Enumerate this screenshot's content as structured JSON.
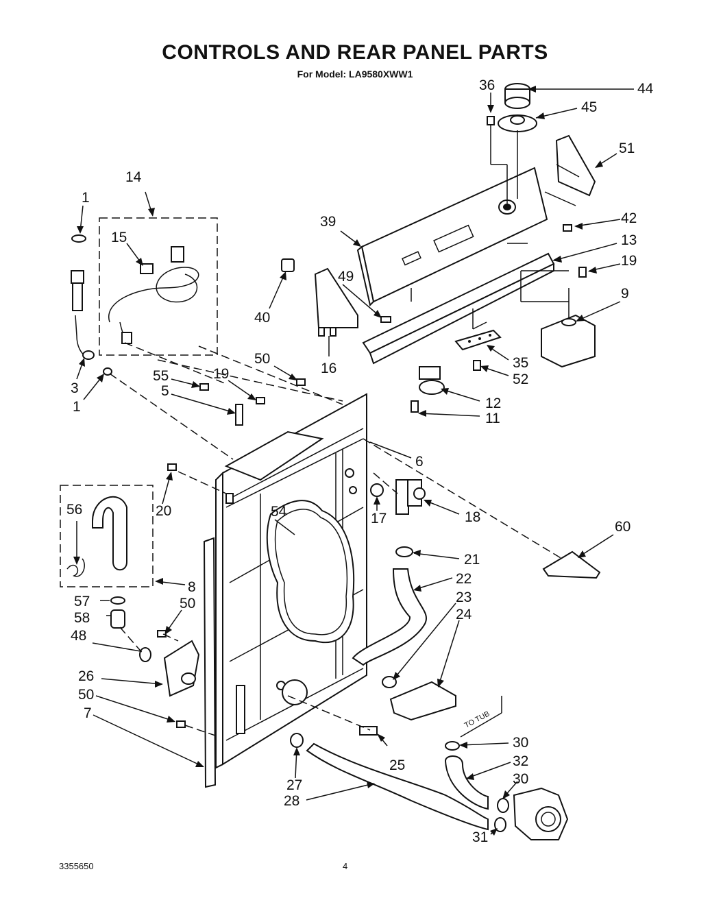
{
  "header": {
    "title": "CONTROLS AND REAR PANEL PARTS",
    "subtitle": "For Model: LA9580XWW1"
  },
  "footer": {
    "doc_number": "3355650",
    "page_number": "4"
  },
  "annotations": {
    "to_tub": "TO TUB"
  },
  "callouts": [
    {
      "id": "c36",
      "text": "36"
    },
    {
      "id": "c44",
      "text": "44"
    },
    {
      "id": "c45",
      "text": "45"
    },
    {
      "id": "c51",
      "text": "51"
    },
    {
      "id": "c42",
      "text": "42"
    },
    {
      "id": "c13",
      "text": "13"
    },
    {
      "id": "c19a",
      "text": "19"
    },
    {
      "id": "c9",
      "text": "9"
    },
    {
      "id": "c39",
      "text": "39"
    },
    {
      "id": "c49",
      "text": "49"
    },
    {
      "id": "c40",
      "text": "40"
    },
    {
      "id": "c16",
      "text": "16"
    },
    {
      "id": "c35",
      "text": "35"
    },
    {
      "id": "c52",
      "text": "52"
    },
    {
      "id": "c12",
      "text": "12"
    },
    {
      "id": "c11",
      "text": "11"
    },
    {
      "id": "c14",
      "text": "14"
    },
    {
      "id": "c1a",
      "text": "1"
    },
    {
      "id": "c15",
      "text": "15"
    },
    {
      "id": "c3",
      "text": "3"
    },
    {
      "id": "c1b",
      "text": "1"
    },
    {
      "id": "c50a",
      "text": "50"
    },
    {
      "id": "c55",
      "text": "55"
    },
    {
      "id": "c19b",
      "text": "19"
    },
    {
      "id": "c5",
      "text": "5"
    },
    {
      "id": "c6",
      "text": "6"
    },
    {
      "id": "c20",
      "text": "20"
    },
    {
      "id": "c56",
      "text": "56"
    },
    {
      "id": "c54",
      "text": "54"
    },
    {
      "id": "c17",
      "text": "17"
    },
    {
      "id": "c18",
      "text": "18"
    },
    {
      "id": "c60",
      "text": "60"
    },
    {
      "id": "c21",
      "text": "21"
    },
    {
      "id": "c22",
      "text": "22"
    },
    {
      "id": "c8",
      "text": "8"
    },
    {
      "id": "c23",
      "text": "23"
    },
    {
      "id": "c57",
      "text": "57"
    },
    {
      "id": "c50b",
      "text": "50"
    },
    {
      "id": "c24",
      "text": "24"
    },
    {
      "id": "c58",
      "text": "58"
    },
    {
      "id": "c48",
      "text": "48"
    },
    {
      "id": "c26",
      "text": "26"
    },
    {
      "id": "c50c",
      "text": "50"
    },
    {
      "id": "c7",
      "text": "7"
    },
    {
      "id": "c30a",
      "text": "30"
    },
    {
      "id": "c25",
      "text": "25"
    },
    {
      "id": "c32",
      "text": "32"
    },
    {
      "id": "c30b",
      "text": "30"
    },
    {
      "id": "c27",
      "text": "27"
    },
    {
      "id": "c28",
      "text": "28"
    },
    {
      "id": "c31",
      "text": "31"
    }
  ]
}
